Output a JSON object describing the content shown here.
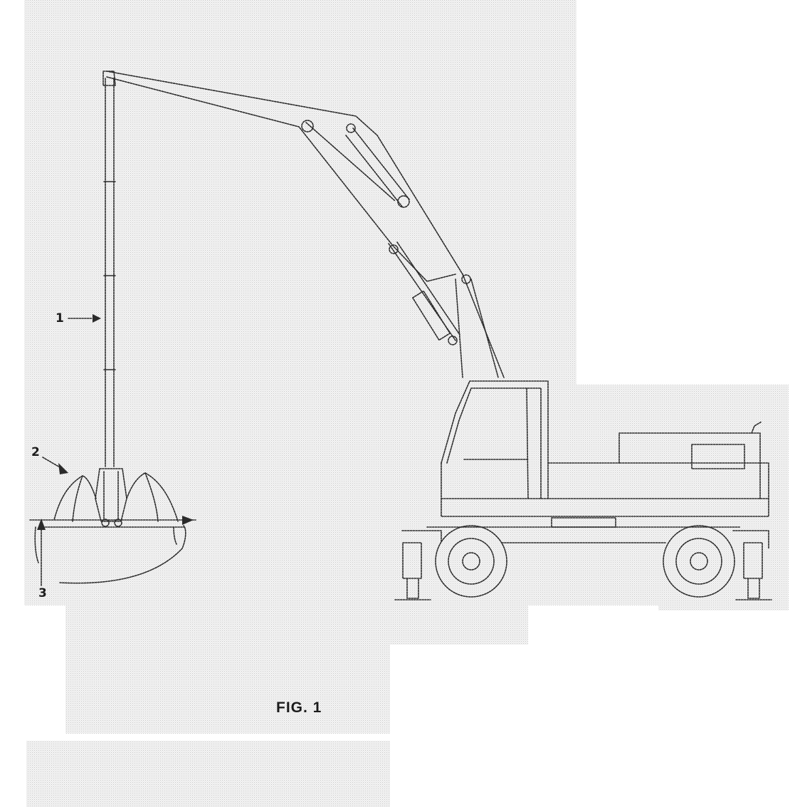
{
  "figure": {
    "caption": "FIG. 1",
    "labels": [
      {
        "id": "1",
        "text": "1"
      },
      {
        "id": "2",
        "text": "2"
      },
      {
        "id": "3",
        "text": "3"
      }
    ]
  },
  "colors": {
    "background": "#ffffff",
    "stipple_light": "#efefef",
    "stipple_dark": "#dcdcdc",
    "ink": "#2b2b2b"
  },
  "icons": {
    "arrowhead": "triangle-arrowhead-icon"
  }
}
